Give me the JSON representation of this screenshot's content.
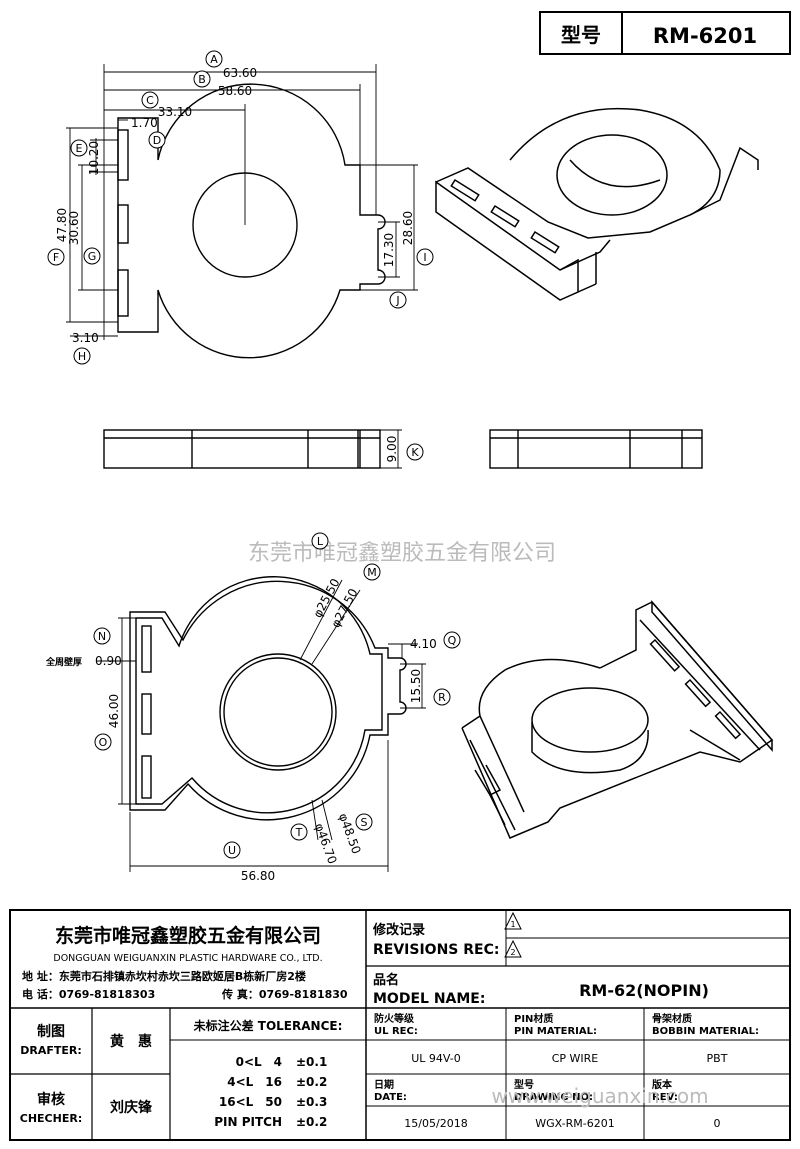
{
  "header": {
    "type_label": "型号",
    "part_no": "RM-6201"
  },
  "watermark": {
    "center": "东莞市唯冠鑫塑胶五金有限公司",
    "corner": "www.weiguanxin.com"
  },
  "dims_top": {
    "A": "A",
    "a_val": "63.60",
    "B": "B",
    "b_val": "58.60",
    "C": "C",
    "c_val": "33.10",
    "D": "D",
    "d_val": "1.70",
    "E": "E",
    "e_val": "10.20",
    "F": "F",
    "f_val": "47.80",
    "G": "G",
    "g_val": "30.60",
    "H": "H",
    "h_val": "3.10",
    "I": "I",
    "i_val": "28.60",
    "J": "J",
    "j_val": "17.30",
    "K": "K",
    "k_val": "9.00"
  },
  "dims_bottom": {
    "L": "L",
    "l_val": "φ25.50",
    "M": "M",
    "m_val": "φ27.50",
    "N": "N",
    "n_prefix": "全周壁厚",
    "n_val": "0.90",
    "O": "O",
    "o_val": "46.00",
    "Q": "Q",
    "q_val": "4.10",
    "R": "R",
    "r_val": "15.50",
    "S": "S",
    "s_val": "φ48.50",
    "T": "T",
    "t_val": "φ46.70",
    "U": "U",
    "u_val": "56.80"
  },
  "company": {
    "name_cn": "东莞市唯冠鑫塑胶五金有限公司",
    "name_en": "DONGGUAN WEIGUANXIN PLASTIC HARDWARE CO., LTD.",
    "address": "地 址：东莞市石排镇赤坎村赤坎三路欧姬居B栋新厂房2楼",
    "tel": "电 话：0769-81818303",
    "fax": "传 真：0769-8181830"
  },
  "revisions": {
    "label_cn": "修改记录",
    "label_en": "REVISIONS REC:",
    "rev1": "1",
    "rev2": "2"
  },
  "model": {
    "label_cn": "品名",
    "label_en": "MODEL NAME:",
    "value": "RM-62(NOPIN)"
  },
  "drafter": {
    "label_cn": "制图",
    "label_en": "DRAFTER:",
    "name": "黄　惠"
  },
  "checker": {
    "label_cn": "审核",
    "label_en": "CHECHER:",
    "name": "刘庆锋"
  },
  "tolerance": {
    "label": "未标注公差 TOLERANCE:",
    "rows": [
      {
        "range": "0<L　4",
        "tol": "±0.1"
      },
      {
        "range": "4<L　16",
        "tol": "±0.2"
      },
      {
        "range": "16<L　50",
        "tol": "±0.3"
      },
      {
        "range": "PIN PITCH",
        "tol": "±0.2"
      }
    ]
  },
  "specs": {
    "ul_cn": "防火等级",
    "ul_en": "UL REC:",
    "ul_val": "UL 94V-0",
    "pin_cn": "PIN材质",
    "pin_en": "PIN MATERIAL:",
    "pin_val": "CP WIRE",
    "bob_cn": "骨架材质",
    "bob_en": "BOBBIN MATERIAL:",
    "bob_val": "PBT",
    "date_cn": "日期",
    "date_en": "DATE:",
    "date_val": "15/05/2018",
    "dwg_cn": "型号",
    "dwg_en": "DRAWING NO:",
    "dwg_val": "WGX-RM-6201",
    "rev_cn": "版本",
    "rev_en": "REV:",
    "rev_val": "0"
  }
}
